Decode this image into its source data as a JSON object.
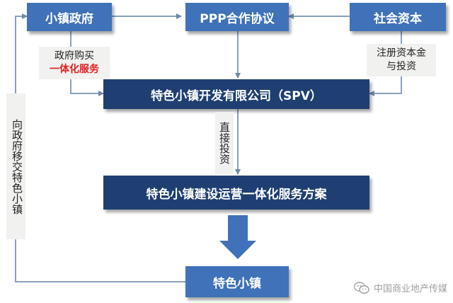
{
  "nodes": {
    "town_gov": "小镇政府",
    "ppp": "PPP合作协议",
    "social_capital": "社会资本",
    "spv": "特色小镇开发有限公司（SPV）",
    "service_plan": "特色小镇建设运营一体化服务方案",
    "feature_town": "特色小镇"
  },
  "labels": {
    "gov_purchase_line1": "政府购买",
    "gov_purchase_line2": "一体化服务",
    "capital_line1": "注册资本金",
    "capital_line2": "与投资",
    "direct_invest": "直接投资",
    "transfer": "向政府移交特色小镇"
  },
  "colors": {
    "box_light": "#3f72b8",
    "box_dark": "#1f3f72",
    "highlight": "#e02020",
    "connector": "#8aa1bd"
  },
  "watermark": {
    "text": "中国商业地产传媒",
    "icon": "wechat-icon"
  }
}
